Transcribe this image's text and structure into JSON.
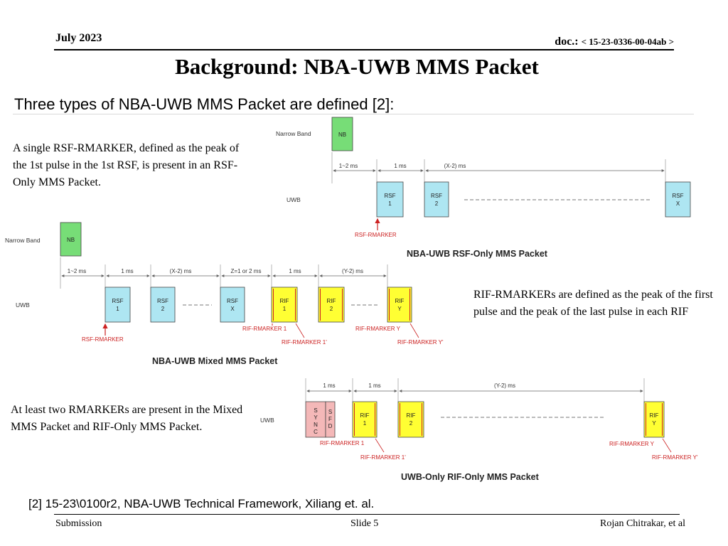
{
  "header": {
    "date": "July 2023",
    "doc_prefix": "doc.: ",
    "doc_number": "< 15-23-0336-00-04ab >"
  },
  "title": "Background: NBA-UWB MMS Packet",
  "subtitle": "Three types of NBA-UWB MMS Packet are defined [2]:",
  "text_blocks": {
    "rsf_only": "A single RSF-RMARKER, defined as the peak of the 1st pulse in the 1st RSF, is present in an RSF-Only MMS Packet.",
    "rif_rmarkers": "RIF-RMARKERs are defined as the peak of the first pulse and the peak of the last pulse in each RIF",
    "at_least_two": "At least two RMARKERs are present in the Mixed MMS Packet and RIF-Only MMS Packet."
  },
  "diagram_rsf_only": {
    "band_narrow": "Narrow Band",
    "band_uwb": "UWB",
    "nb_box": "NB",
    "dur_1": "1~2 ms",
    "dur_2": "1 ms",
    "dur_3": "(X-2) ms",
    "rsf1_a": "RSF",
    "rsf1_b": "1",
    "rsf2_a": "RSF",
    "rsf2_b": "2",
    "rsfx_a": "RSF",
    "rsfx_b": "X",
    "marker": "RSF-RMARKER",
    "caption": "NBA-UWB RSF-Only MMS Packet"
  },
  "diagram_mixed": {
    "band_narrow": "Narrow Band",
    "band_uwb": "UWB",
    "nb_box": "NB",
    "dur_1": "1~2 ms",
    "dur_2": "1 ms",
    "dur_3": "(X-2) ms",
    "dur_4": "Z=1 or 2 ms",
    "dur_5": "1 ms",
    "dur_6": "(Y-2) ms",
    "rsf1_a": "RSF",
    "rsf1_b": "1",
    "rsf2_a": "RSF",
    "rsf2_b": "2",
    "rsfx_a": "RSF",
    "rsfx_b": "X",
    "rif1_a": "RIF",
    "rif1_b": "1",
    "rif2_a": "RIF",
    "rif2_b": "2",
    "rify_a": "RIF",
    "rify_b": "Y",
    "rsf_marker": "RSF-RMARKER",
    "rif_marker_1": "RIF-RMARKER 1",
    "rif_marker_1p": "RIF-RMARKER 1'",
    "rif_marker_y": "RIF-RMARKER Y",
    "rif_marker_yp": "RIF-RMARKER Y'",
    "caption": "NBA-UWB Mixed MMS Packet"
  },
  "diagram_rif_only": {
    "band_uwb": "UWB",
    "dur_1": "1 ms",
    "dur_2": "1 ms",
    "dur_3": "(Y-2) ms",
    "sync": [
      "S",
      "Y",
      "N",
      "C"
    ],
    "sfd": [
      "S",
      "F",
      "D"
    ],
    "rif1_a": "RIF",
    "rif1_b": "1",
    "rif2_a": "RIF",
    "rif2_b": "2",
    "rify_a": "RIF",
    "rify_b": "Y",
    "rif_marker_1": "RIF-RMARKER 1",
    "rif_marker_1p": "RIF-RMARKER 1'",
    "rif_marker_y": "RIF-RMARKER Y",
    "rif_marker_yp": "RIF-RMARKER Y'",
    "caption": "UWB-Only RIF-Only MMS Packet"
  },
  "reference": "[2] 15-23\\0100r2, NBA-UWB Technical Framework, Xiliang et. al.",
  "footer": {
    "left": "Submission",
    "center": "Slide 5",
    "right": "Rojan Chitrakar, et al"
  },
  "colors": {
    "nb_fill": "#77dd77",
    "rsf_fill": "#aee6f2",
    "rif_fill": "#ffff33",
    "sync_fill": "#f4b8b8",
    "marker_red": "#cc2222"
  }
}
